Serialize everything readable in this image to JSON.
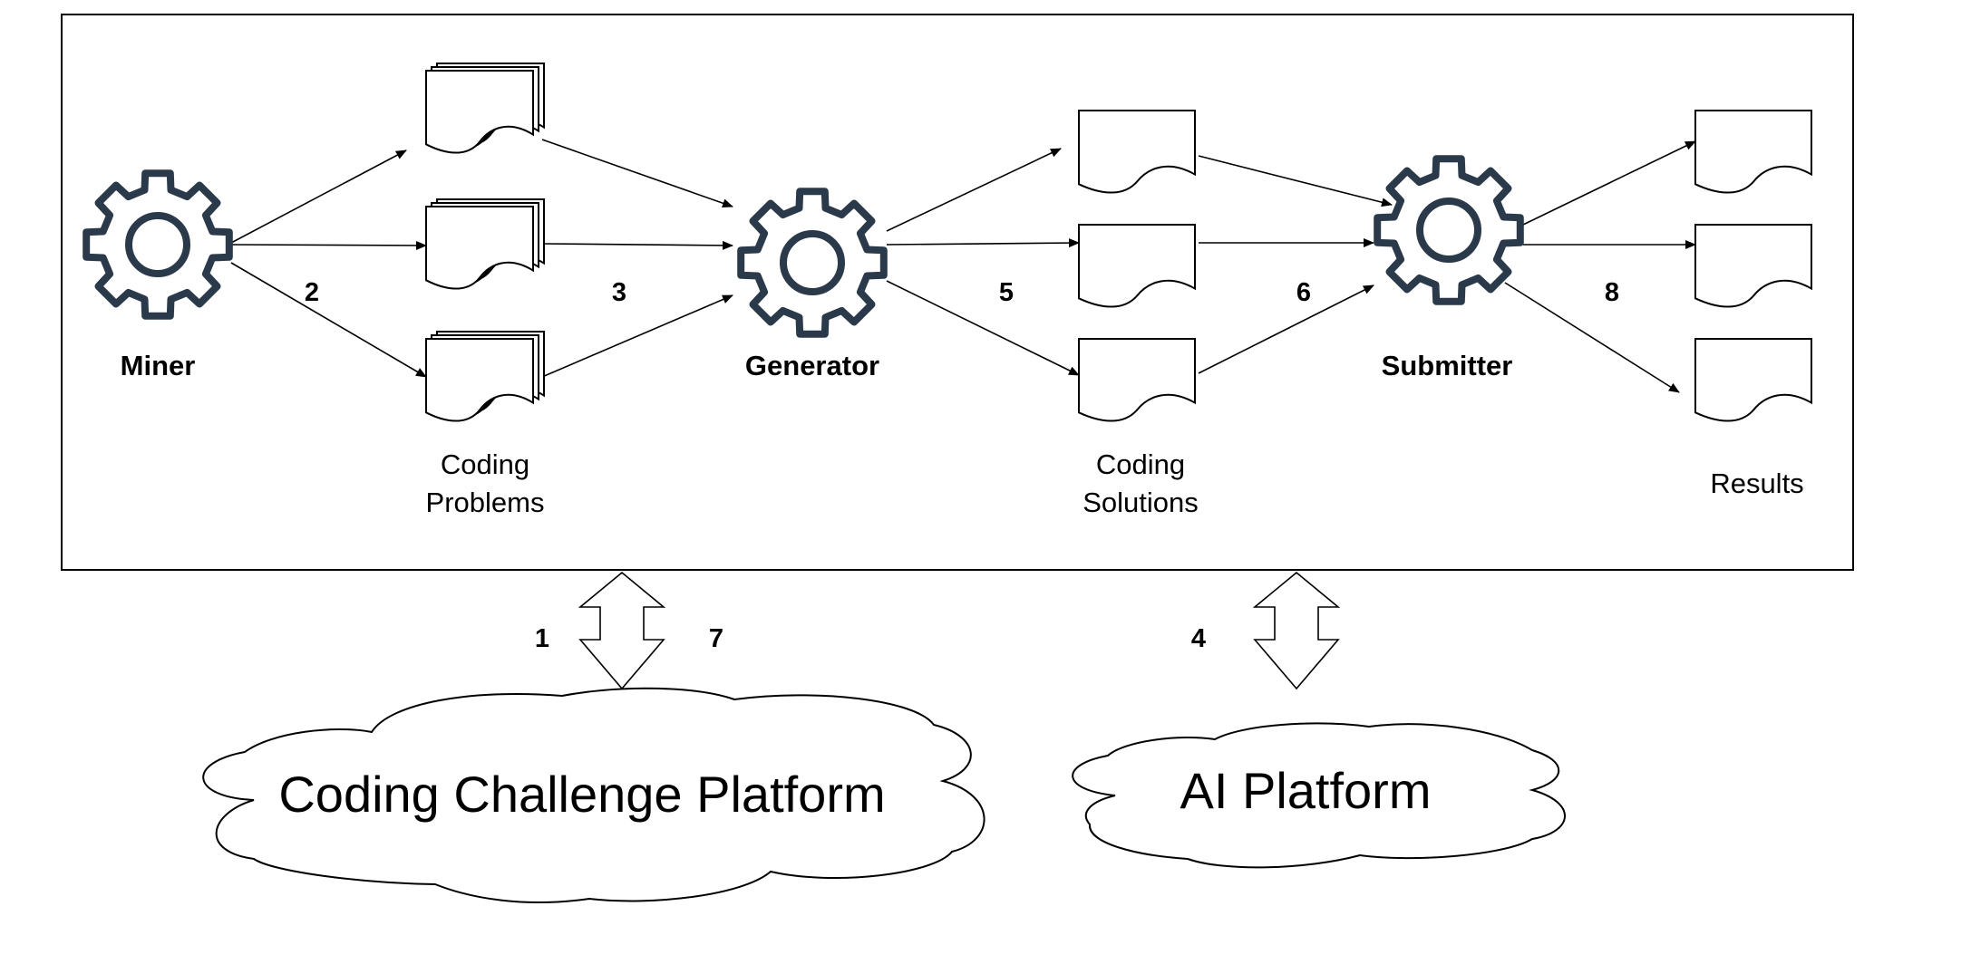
{
  "actors": {
    "miner": "Miner",
    "generator": "Generator",
    "submitter": "Submitter"
  },
  "captions": {
    "problems_line1": "Coding",
    "problems_line2": "Problems",
    "solutions_line1": "Coding",
    "solutions_line2": "Solutions",
    "results": "Results"
  },
  "steps": {
    "s1": "1",
    "s2": "2",
    "s3": "3",
    "s4": "4",
    "s5": "5",
    "s6": "6",
    "s7": "7",
    "s8": "8"
  },
  "clouds": {
    "coding_platform": "Coding Challenge Platform",
    "ai_platform": "AI Platform"
  },
  "colors": {
    "gear": "#2b3a4a",
    "line": "#000000"
  },
  "icons": {
    "gear": "gear-icon",
    "document": "document-icon",
    "document_stack": "document-stack-icon",
    "cloud": "cloud-icon"
  }
}
